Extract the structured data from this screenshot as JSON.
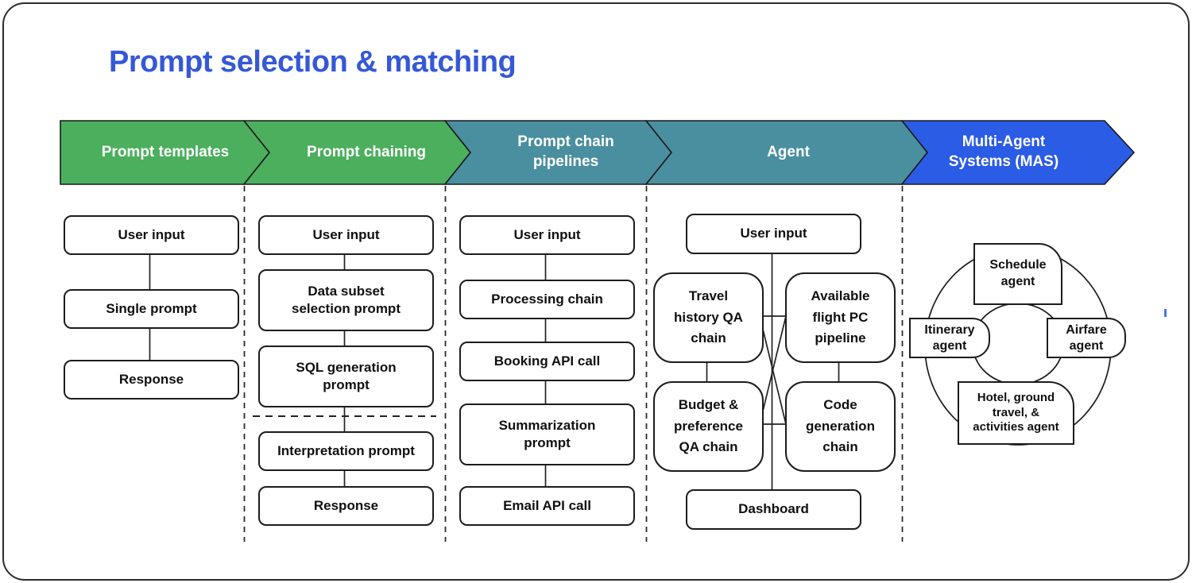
{
  "title": "Prompt selection & matching",
  "stages": [
    {
      "label": "Prompt templates",
      "color": "#4caf5e"
    },
    {
      "label": "Prompt chaining",
      "color": "#4caf5e"
    },
    {
      "label": "Prompt chain\npipelines",
      "color": "#4a8fa0"
    },
    {
      "label": "Agent",
      "color": "#4a8fa0"
    },
    {
      "label": "Multi-Agent\nSystems (MAS)",
      "color": "#2b5ce6"
    }
  ],
  "flows": {
    "templates": {
      "boxes": [
        "User input",
        "Single prompt",
        "Response"
      ]
    },
    "chaining": {
      "boxes": [
        "User input",
        "Data subset\nselection prompt",
        "SQL generation\nprompt",
        "Interpretation prompt",
        "Response"
      ]
    },
    "pipelines": {
      "boxes": [
        "User input",
        "Processing chain",
        "Booking API call",
        "Summarization\nprompt",
        "Email API call"
      ]
    },
    "agent": {
      "input": "User input",
      "chains": [
        "Travel\nhistory QA\nchain",
        "Available\nflight PC\npipeline",
        "Budget &\npreference\nQA chain",
        "Code\ngeneration\nchain"
      ],
      "output": "Dashboard"
    },
    "mas": {
      "agents": [
        "Schedule\nagent",
        "Itinerary\nagent",
        "Airfare\nagent",
        "Hotel, ground\ntravel, &\nactivities agent"
      ]
    }
  },
  "colors": {
    "title_blue": "#3558d8",
    "line_black": "#222222",
    "mas_arrow_blue": "#2b5ce6",
    "chain_green": "#4caf5e",
    "pipeline_teal": "#4a8fa0"
  }
}
